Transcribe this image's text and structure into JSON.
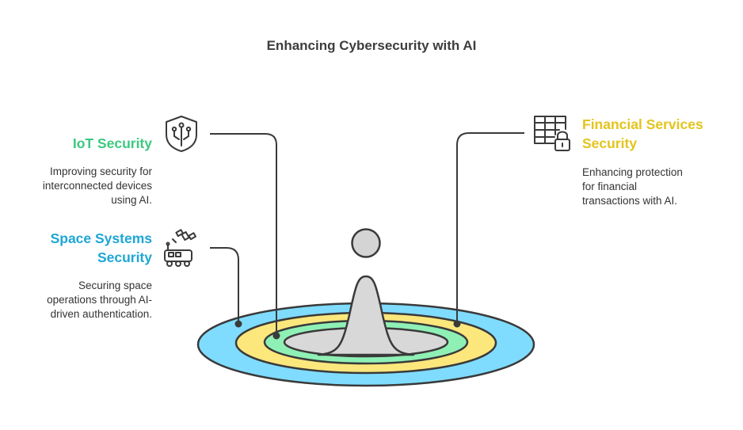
{
  "title": "Enhancing Cybersecurity with AI",
  "items": [
    {
      "heading": "IoT Security",
      "description_lines": [
        "Improving security for",
        "interconnected devices",
        "using AI."
      ],
      "color": "#3cc97f",
      "icon": "shield-circuit-icon"
    },
    {
      "heading_lines": [
        "Space Systems",
        "Security"
      ],
      "description_lines": [
        "Securing space",
        "operations through AI-",
        "driven authentication."
      ],
      "color": "#1ea6d6",
      "icon": "satellite-rover-icon"
    },
    {
      "heading_lines": [
        "Financial Services",
        "Security"
      ],
      "description_lines": [
        "Enhancing protection",
        "for financial",
        "transactions with AI."
      ],
      "color": "#e3c41c",
      "icon": "table-lock-icon"
    }
  ],
  "rings": [
    {
      "name": "space-systems-ring",
      "color": "#7fdcff"
    },
    {
      "name": "financial-services-ring",
      "color": "#fbe77c"
    },
    {
      "name": "iot-ring",
      "color": "#8ff0b5"
    },
    {
      "name": "core-ring",
      "color": "#d8d8d8"
    }
  ]
}
